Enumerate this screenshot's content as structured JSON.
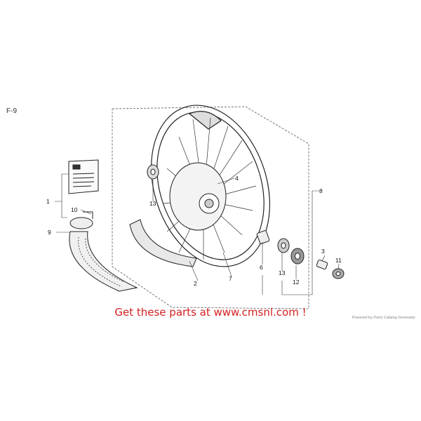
{
  "figure_code": "F-9",
  "callouts": {
    "c1": "1",
    "c2": "2",
    "c3": "3",
    "c4": "4",
    "c6": "6",
    "c7": "7",
    "c8": "8",
    "c9": "9",
    "c10": "10",
    "c11": "11",
    "c12": "12",
    "c13a": "13",
    "c13b": "13"
  },
  "banner": {
    "text": "Get these parts at www.cmsnl.com !"
  },
  "footer": {
    "powered_by": "Powered by Parts Catalog Generator"
  }
}
